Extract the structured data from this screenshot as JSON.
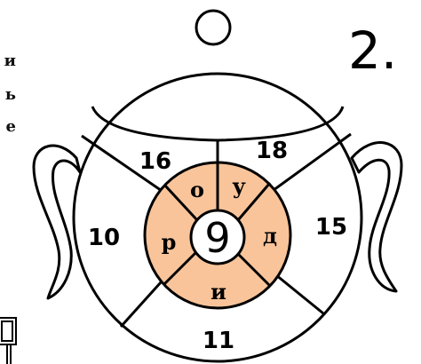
{
  "margin_text": [
    "и",
    "ь",
    "е"
  ],
  "task_number": "2.",
  "center_number": "9",
  "outer_numbers": {
    "top_left": "16",
    "top_right": "18",
    "left": "10",
    "right": "15",
    "bottom": "11"
  },
  "inner_letters": {
    "top_left": "о",
    "top_right": "у",
    "left": "р",
    "right": "д",
    "bottom": "и"
  },
  "colors": {
    "inner_ring": "#f9c49a",
    "stroke": "#000000",
    "background": "#ffffff"
  }
}
